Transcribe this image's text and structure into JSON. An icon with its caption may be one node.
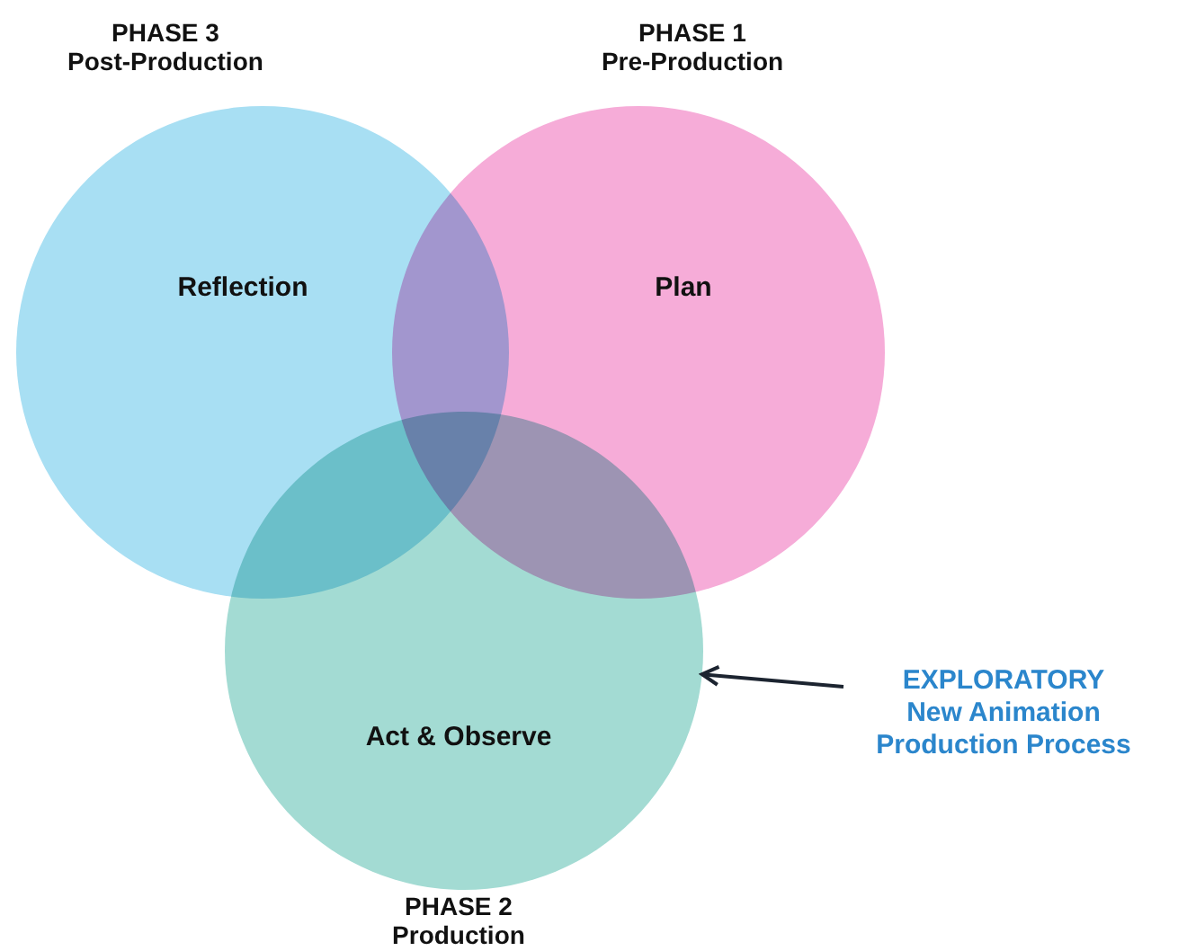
{
  "diagram": {
    "nodes": [
      {
        "text": [
          "Reflection"
        ],
        "beside": [
          "PHASE 3 Post-Production"
        ]
      },
      {
        "text": [
          "Plan"
        ],
        "beside": [
          "PHASE 1 Pre-Production"
        ]
      },
      {
        "text": [
          "Act & Observe"
        ],
        "beside": [
          "PHASE 2 Production"
        ]
      },
      {
        "text": [
          "EXPLORATORY",
          "New Animation Production Process"
        ]
      }
    ],
    "edges": [
      {
        "from": 3,
        "to": 2,
        "arrow": "to"
      }
    ]
  }
}
